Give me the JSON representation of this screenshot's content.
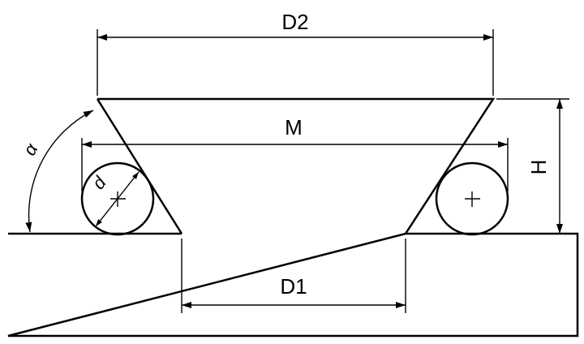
{
  "labels": {
    "d2": "D2",
    "m": "M",
    "d1": "D1",
    "h": "H",
    "alpha": "α",
    "d": "d"
  },
  "colors": {
    "line": "#000000",
    "background": "#ffffff"
  }
}
